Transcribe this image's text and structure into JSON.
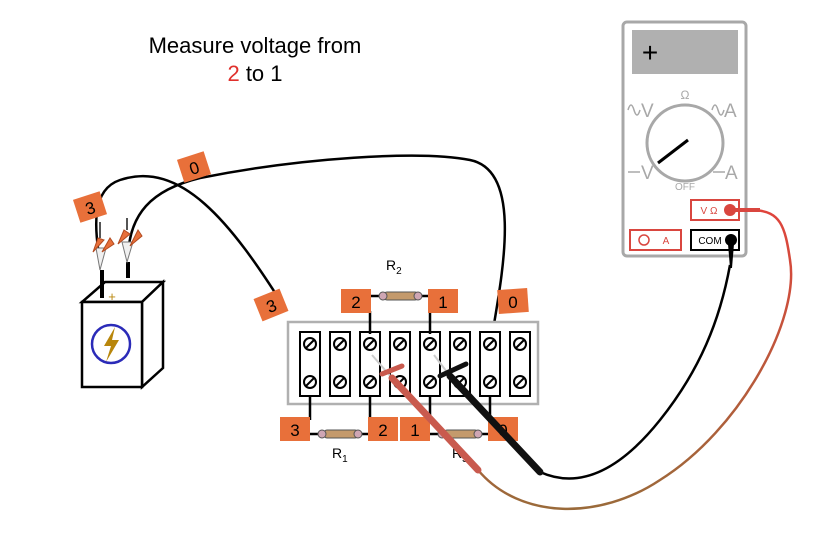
{
  "instruction": {
    "line1": "Measure voltage from",
    "from_node": "2",
    "connector": "to",
    "to_node": "1"
  },
  "wire_tags": {
    "clip_left": "3",
    "clip_right": "0",
    "strip_left": "3",
    "strip_right": "0"
  },
  "resistors": {
    "r1": {
      "name": "R",
      "sub": "1",
      "left_tag": "3",
      "right_tag": "2"
    },
    "r2": {
      "name": "R",
      "sub": "2",
      "left_tag": "2",
      "right_tag": "1"
    },
    "r3": {
      "name": "R",
      "sub": "3",
      "left_tag": "1",
      "right_tag": "0"
    }
  },
  "battery": {
    "plus": "+",
    "minus": "–"
  },
  "meter": {
    "display": "+",
    "dial_ohm": "Ω",
    "dial_ac_v": "V",
    "dial_ac_a": "A",
    "dial_dc_v": "V",
    "dial_dc_a": "A",
    "dial_off": "OFF",
    "jack_vohm": "V Ω",
    "jack_a": "A",
    "jack_com": "COM"
  },
  "colors": {
    "tag_orange": "#e8703a",
    "tag_tan": "#c9864a",
    "probe_red": "#d9463f",
    "meter_case": "#a8a8a8",
    "display_bg": "#b0b0b0",
    "jack_red": "#d9463f",
    "battery_symbol": "#2b2bb8",
    "lightning": "#b8860b"
  }
}
